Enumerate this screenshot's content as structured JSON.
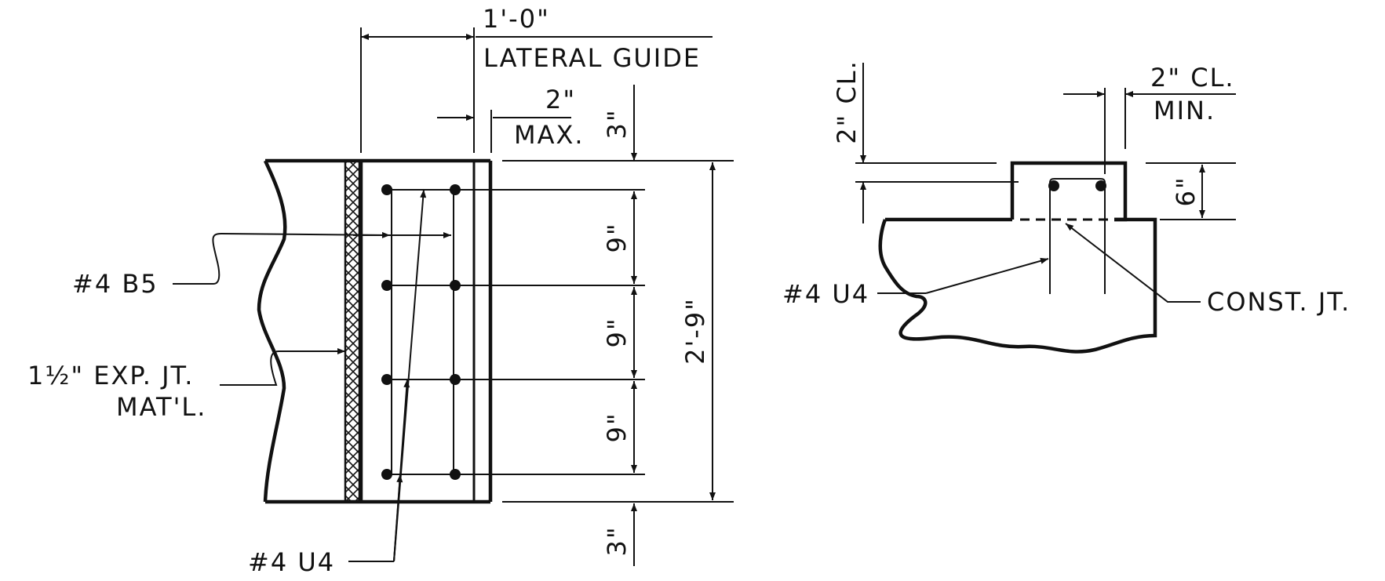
{
  "plan_view": {
    "labels": {
      "lateral_guide_width": "1'-0\"",
      "lateral_guide": "LATERAL GUIDE",
      "gap_dim": "2\"",
      "gap_note": "MAX.",
      "top_cover": "3\"",
      "spacing_1": "9\"",
      "spacing_2": "9\"",
      "spacing_3": "9\"",
      "overall_width": "2'-9\"",
      "bottom_cover": "3\"",
      "bar_b5": "#4 B5",
      "exp_jt_line1": "1½\" EXP. JT.",
      "exp_jt_line2": "MAT'L.",
      "bar_u4": "#4 U4"
    }
  },
  "section_view": {
    "labels": {
      "top_clear": "2\" CL.",
      "side_clear": "2\" CL.",
      "side_clear_note": "MIN.",
      "height_dim": "6\"",
      "bar_u4": "#4 U4",
      "const_jt": "CONST. JT."
    }
  }
}
